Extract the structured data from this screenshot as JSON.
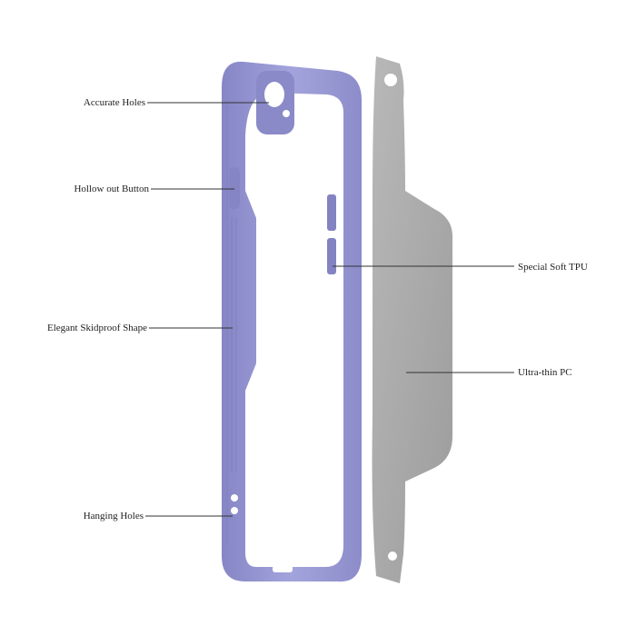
{
  "colors": {
    "case": "#9b9bd6",
    "case_dark": "#7e7ec0",
    "panel": "#a9a9a9",
    "leader_line": "#333333"
  },
  "callouts": {
    "accurate_holes": "Accurate Holes",
    "hollow_out_button": "Hollow out Button",
    "elegant_skidproof_shape": "Elegant Skidproof Shape",
    "hanging_holes": "Hanging Holes",
    "special_soft_tpu": "Special Soft TPU",
    "ultra_thin_pc": "Ultra-thin PC"
  }
}
